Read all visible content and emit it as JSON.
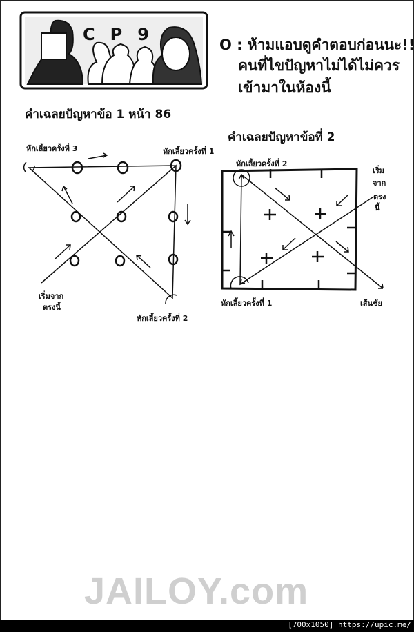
{
  "banner": {
    "lettering": "CP9"
  },
  "note": {
    "marker": "O :",
    "line1": "ห้ามแอบดูคำตอบก่อนนะ!!",
    "line2": "คนที่ไขปัญหาไม่ได้ไม่ควร",
    "line3": "เข้ามาในห้องนี้"
  },
  "puzzle1": {
    "title": "คำเฉลยปัญหาข้อ 1 หน้า 86",
    "turn3": "หักเลี้ยวครั้งที่ 3",
    "turn1": "หักเลี้ยวครั้งที่ 1",
    "turn2": "หักเลี้ยวครั้งที่ 2",
    "start1": "เริ่มจาก",
    "start2": "ตรงนี้"
  },
  "puzzle2": {
    "title": "คำเฉลยปัญหาข้อที่ 2",
    "turn2": "หักเลี้ยวครั้งที่ 2",
    "turn1": "หักเลี้ยวครั้งที่ 1",
    "start1": "เริ่ม",
    "start2": "จาก",
    "start3": "ตรง",
    "start4": "นี้",
    "finish": "เส้นชัย"
  },
  "watermark": "JAILOY.com",
  "source": "[700x1050] https://upic.me/"
}
